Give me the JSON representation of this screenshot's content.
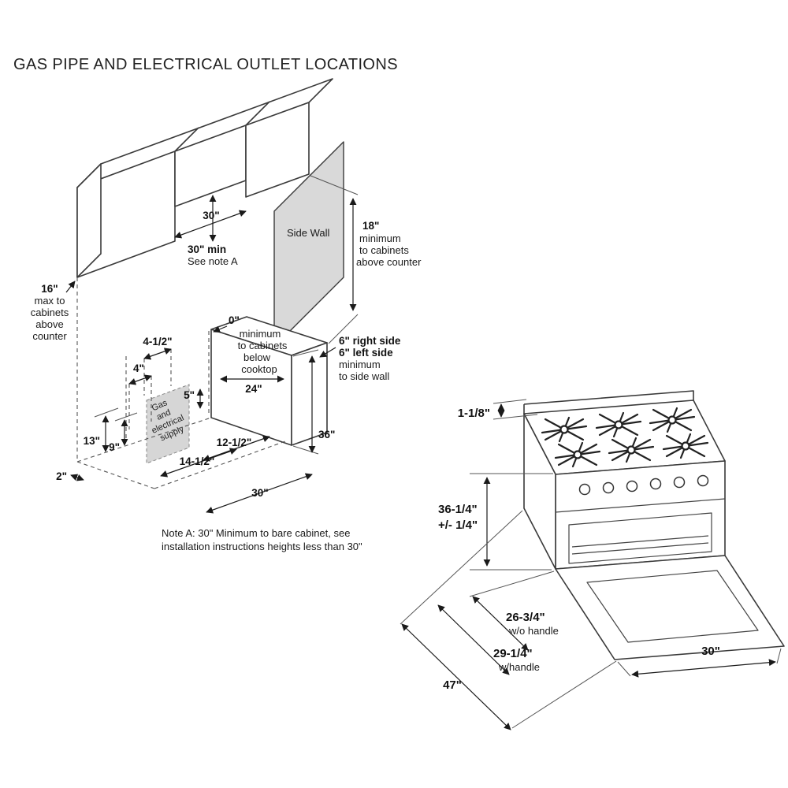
{
  "title": "GAS PIPE AND ELECTRICAL OUTLET LOCATIONS",
  "cabinet": {
    "side_wall": "Side Wall",
    "dim30_top": "30\"",
    "min30": "30\" min",
    "see_note": "See note A",
    "max16": [
      "16\"",
      "max to",
      "cabinets",
      "above",
      "counter"
    ],
    "min18": [
      "18\"",
      "minimum",
      "to cabinets",
      "above counter"
    ],
    "min0": [
      "0\"",
      "minimum",
      "to cabinets",
      "below",
      "cooktop"
    ],
    "side6": [
      "6\" right side",
      "6\" left side",
      "minimum",
      "to side wall"
    ],
    "dim45": "4-1/2\"",
    "dim4": "4\"",
    "dim5": "5\"",
    "dim24": "24\"",
    "dim13": "13\"",
    "dim9": "9\"",
    "dim2": "2\"",
    "dim125": "12-1/2\"",
    "dim145": "14-1/2\"",
    "dim36": "36\"",
    "dim30_floor": "30\"",
    "gas": [
      "Gas",
      "and",
      "electrical",
      "supply"
    ],
    "note": [
      "Note A: 30\" Minimum to bare cabinet, see",
      "installation instructions heights less than 30\""
    ]
  },
  "range": {
    "dim118": "1-1/8\"",
    "dim3614": "36-1/4\"",
    "dim3614b": "+/- 1/4\"",
    "dim2634": "26-3/4\"",
    "dim2634b": "w/o handle",
    "dim2914": "29-1/4\"",
    "dim2914b": "w/handle",
    "dim47": "47\"",
    "dim30": "30\""
  }
}
